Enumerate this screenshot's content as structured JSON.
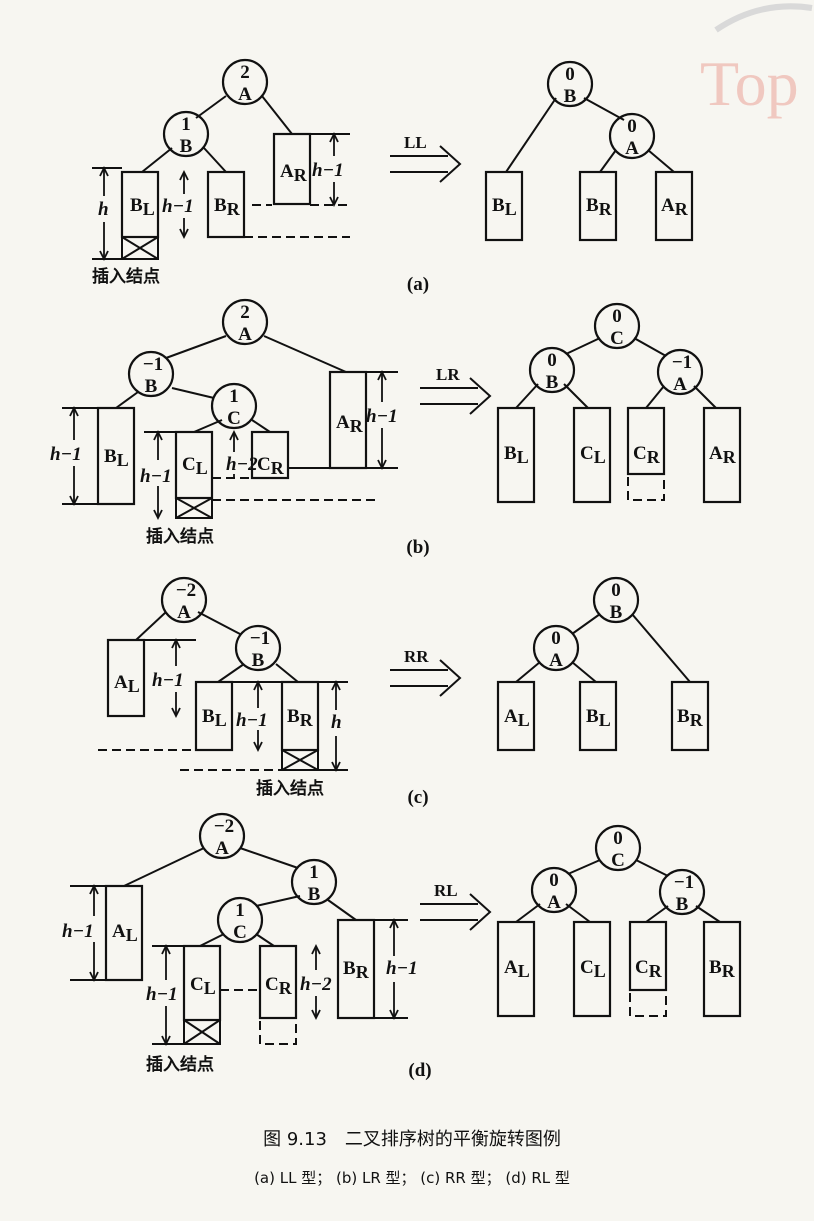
{
  "watermark": {
    "text": "Top"
  },
  "insert_label": "插入结点",
  "h": "h",
  "h1": "h−1",
  "h2": "h−2",
  "panel_a": {
    "sublabel": "(a)",
    "rotation": "LL",
    "before": {
      "A": "A",
      "A_bf": "2",
      "B": "B",
      "B_bf": "1",
      "BL": "B",
      "BR": "B",
      "AR": "A"
    },
    "after": {
      "B": "B",
      "B_bf": "0",
      "A": "A",
      "A_bf": "0",
      "BL": "B",
      "BR": "B",
      "AR": "A"
    }
  },
  "panel_b": {
    "sublabel": "(b)",
    "rotation": "LR",
    "before": {
      "A": "A",
      "A_bf": "2",
      "B": "B",
      "B_bf": "−1",
      "C": "C",
      "C_bf": "1",
      "BL": "B",
      "CL": "C",
      "CR": "C",
      "AR": "A"
    },
    "after": {
      "C": "C",
      "C_bf": "0",
      "B": "B",
      "B_bf": "0",
      "A": "A",
      "A_bf": "−1",
      "BL": "B",
      "CL": "C",
      "CR": "C",
      "AR": "A"
    }
  },
  "panel_c": {
    "sublabel": "(c)",
    "rotation": "RR",
    "before": {
      "A": "A",
      "A_bf": "−2",
      "B": "B",
      "B_bf": "−1",
      "AL": "A",
      "BL": "B",
      "BR": "B"
    },
    "after": {
      "B": "B",
      "B_bf": "0",
      "A": "A",
      "A_bf": "0",
      "AL": "A",
      "BL": "B",
      "BR": "B"
    }
  },
  "panel_d": {
    "sublabel": "(d)",
    "rotation": "RL",
    "before": {
      "A": "A",
      "A_bf": "−2",
      "B": "B",
      "B_bf": "1",
      "C": "C",
      "C_bf": "1",
      "AL": "A",
      "CL": "C",
      "CR": "C",
      "BR": "B"
    },
    "after": {
      "C": "C",
      "C_bf": "0",
      "A": "A",
      "A_bf": "0",
      "B": "B",
      "B_bf": "−1",
      "AL": "A",
      "CL": "C",
      "CR": "C",
      "BR": "B"
    }
  },
  "subs": {
    "L": "L",
    "R": "R"
  },
  "caption": {
    "title": "图 9.13　二叉排序树的平衡旋转图例",
    "subtitle": "(a) LL 型；  (b) LR 型；  (c) RR 型；  (d) RL 型"
  }
}
